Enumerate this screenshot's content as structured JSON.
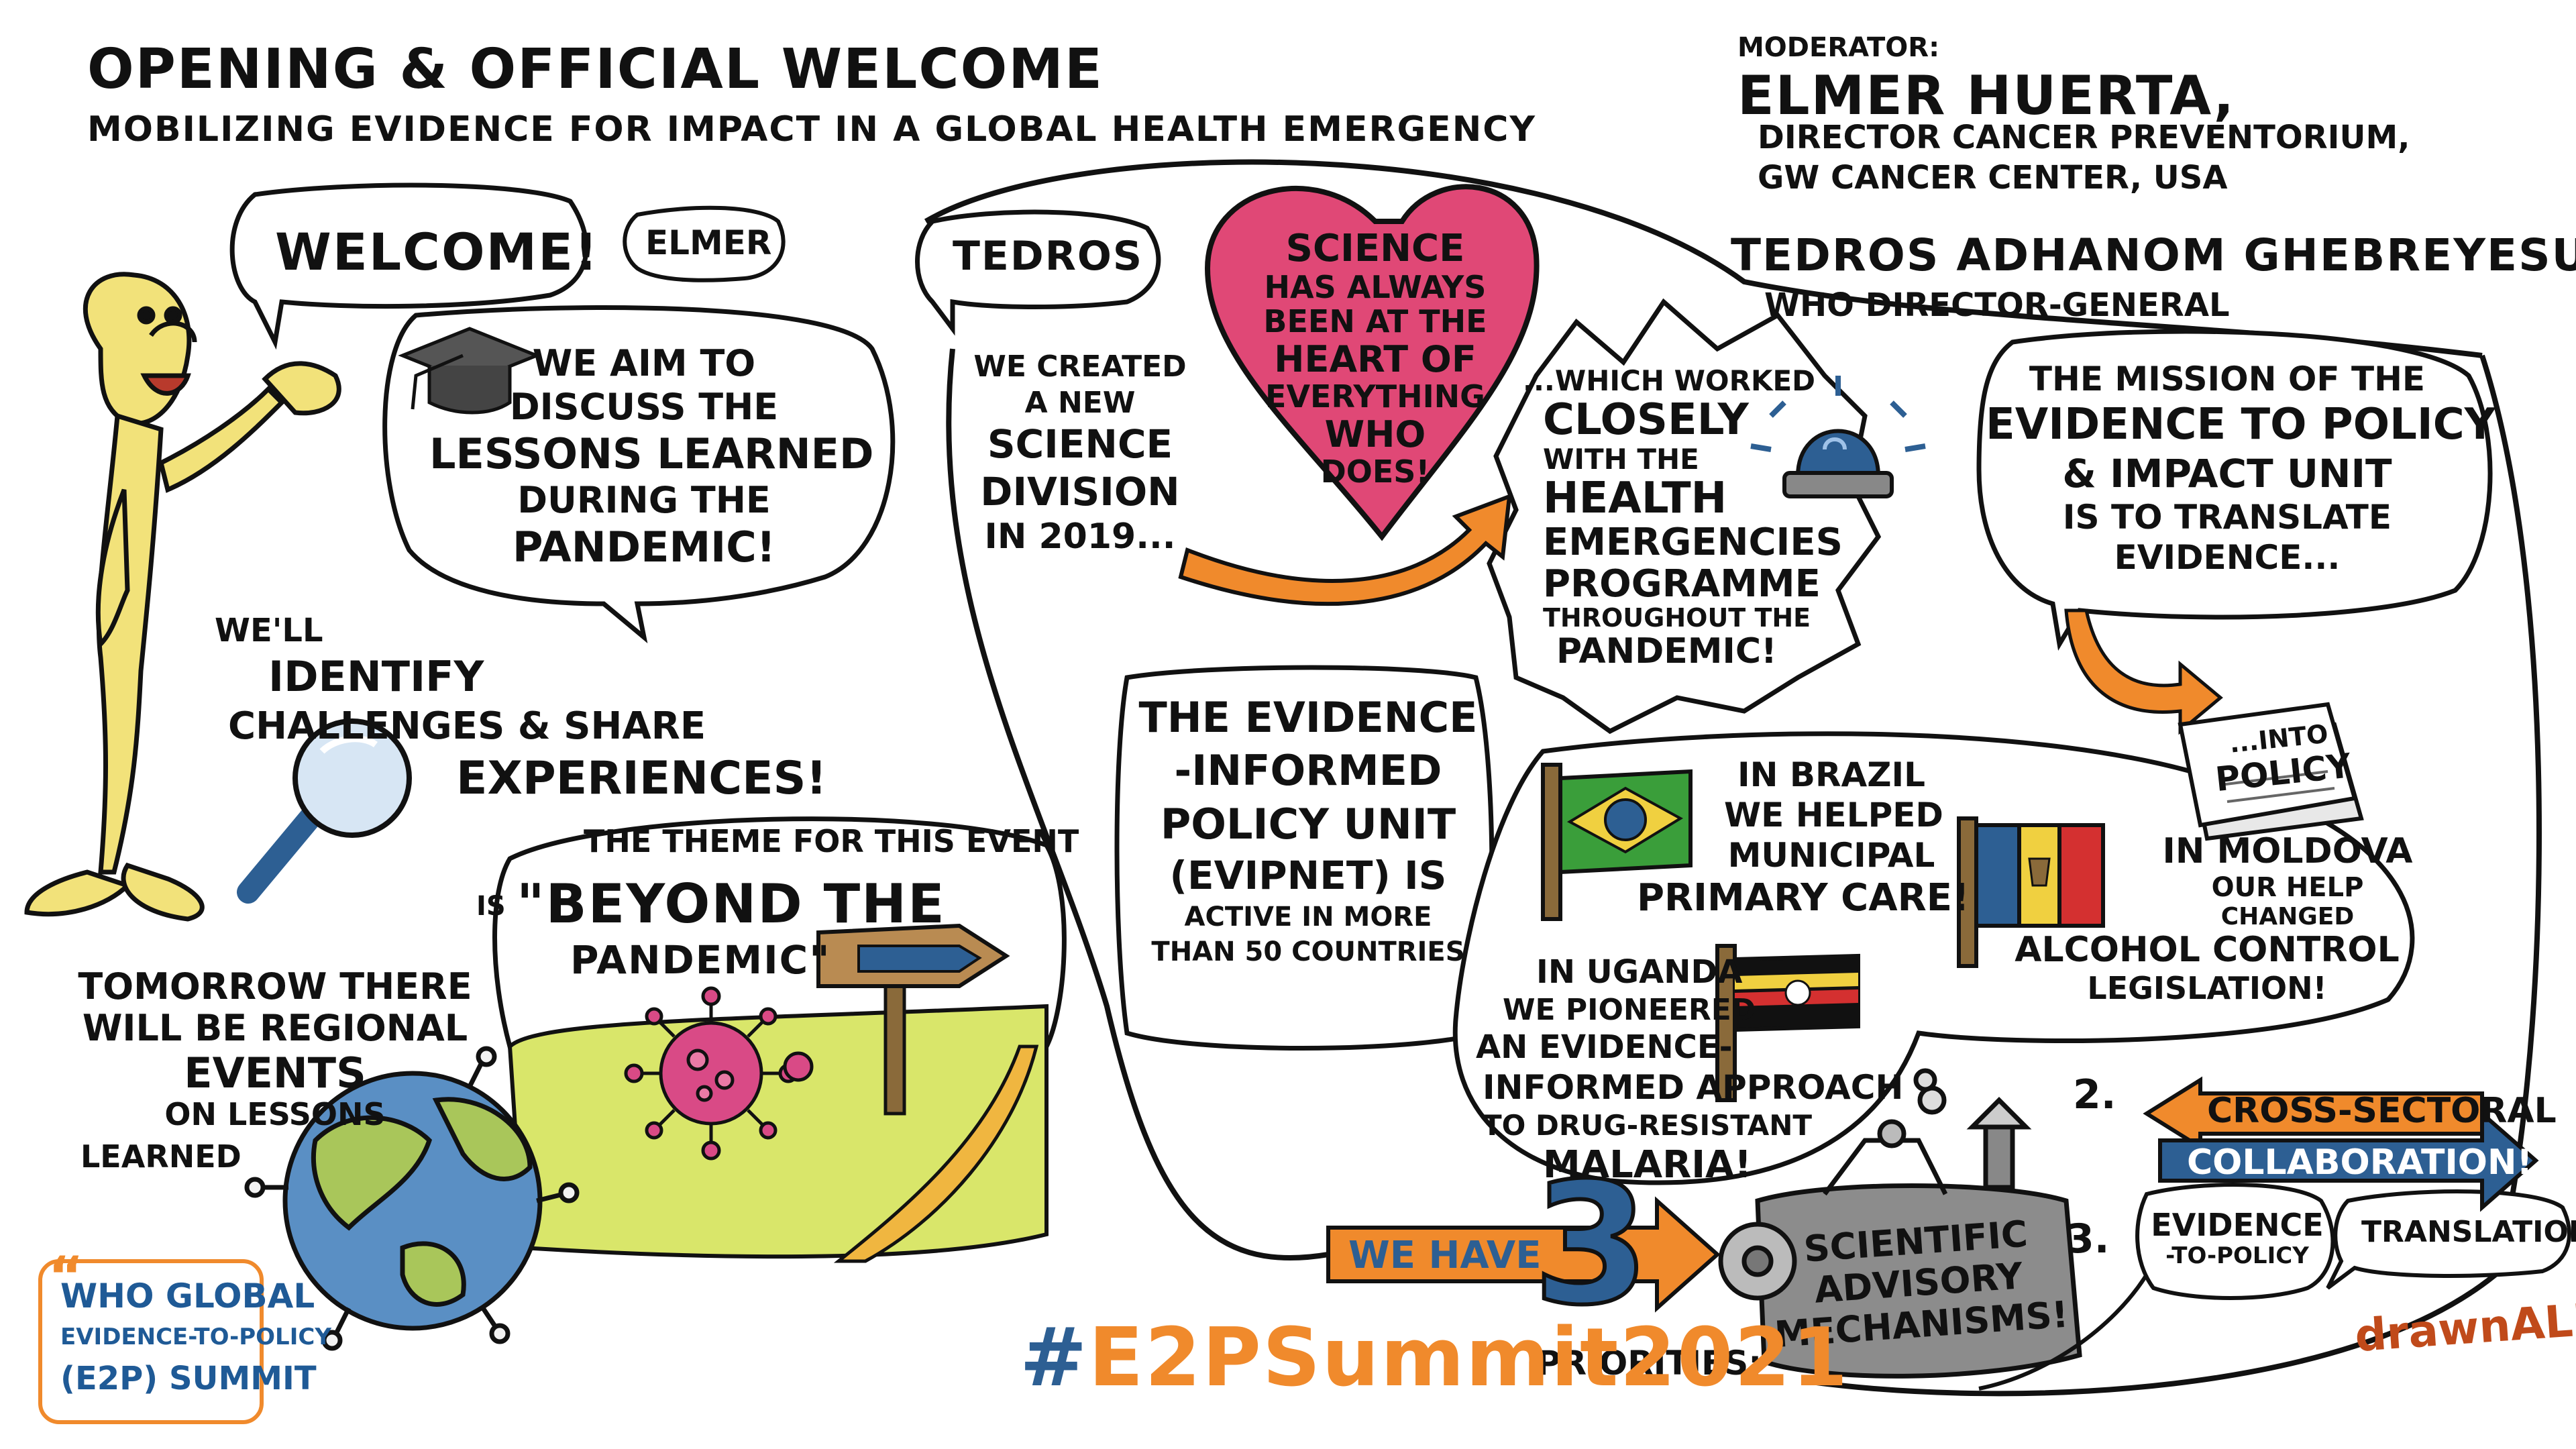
{
  "header": {
    "title": "OPENING & OFFICIAL WELCOME",
    "subtitle": "MOBILIZING EVIDENCE FOR IMPACT IN A GLOBAL HEALTH EMERGENCY"
  },
  "moderator": {
    "label": "MODERATOR:",
    "name": "ELMER HUERTA,",
    "role_line1": "DIRECTOR CANCER PREVENTORIUM,",
    "role_line2": "GW CANCER CENTER, USA"
  },
  "speaker": {
    "name": "TEDROS ADHANOM GHEBREYESUS,",
    "role": "WHO DIRECTOR-GENERAL"
  },
  "bubbles": {
    "welcome": "WELCOME!",
    "elmer_tag": "ELMER",
    "aim": [
      "WE AIM TO",
      "DISCUSS THE",
      "LESSONS LEARNED",
      "DURING THE",
      "PANDEMIC!"
    ],
    "identify": [
      "WE'LL",
      "IDENTIFY",
      "CHALLENGES & SHARE",
      "EXPERIENCES!"
    ],
    "theme": [
      "THE THEME FOR THIS EVENT",
      "IS",
      "\"BEYOND THE",
      "PANDEMIC\""
    ],
    "tomorrow": [
      "TOMORROW THERE",
      "WILL BE REGIONAL",
      "EVENTS",
      "ON LESSONS",
      "LEARNED"
    ],
    "tedros_tag": "TEDROS",
    "science_division": [
      "WE CREATED",
      "A NEW",
      "SCIENCE",
      "DIVISION",
      "IN 2019..."
    ],
    "heart": [
      "SCIENCE",
      "HAS ALWAYS",
      "BEEN AT THE",
      "HEART OF",
      "EVERYTHING",
      "WHO",
      "DOES!"
    ],
    "closely": [
      "...WHICH WORKED",
      "CLOSELY",
      "WITH THE",
      "HEALTH",
      "EMERGENCIES",
      "PROGRAMME",
      "THROUGHOUT THE",
      "PANDEMIC!"
    ],
    "mission": [
      "THE MISSION OF THE",
      "EVIDENCE TO POLICY",
      "& IMPACT UNIT",
      "IS TO TRANSLATE",
      "EVIDENCE..."
    ],
    "into_policy": [
      "...INTO",
      "POLICY"
    ],
    "evipnet": [
      "THE EVIDENCE",
      "-INFORMED",
      "POLICY UNIT",
      "(EVIPNET) IS",
      "ACTIVE IN MORE",
      "THAN 50 COUNTRIES"
    ],
    "brazil": [
      "IN BRAZIL",
      "WE HELPED",
      "MUNICIPAL",
      "PRIMARY CARE!"
    ],
    "moldova": [
      "IN MOLDOVA",
      "OUR HELP",
      "CHANGED",
      "ALCOHOL CONTROL",
      "LEGISLATION!"
    ],
    "uganda": [
      "IN UGANDA",
      "WE PIONEERED",
      "AN EVIDENCE-",
      "INFORMED APPROACH",
      "TO DRUG-RESISTANT",
      "MALARIA!"
    ],
    "we_have": "WE HAVE",
    "three": "3",
    "advisory": [
      "SCIENTIFIC",
      "ADVISORY",
      "MECHANISMS!"
    ],
    "priorities": "PRIORITIES:",
    "num2": "2.",
    "cross_sectoral": "CROSS-SECTORAL",
    "collaboration": "COLLABORATION!",
    "num3": "3.",
    "evidence_to_policy": [
      "EVIDENCE",
      "-TO-POLICY"
    ],
    "translation": "TRANSLATION!"
  },
  "footer": {
    "logo_quote": "“",
    "logo_line1": "WHO GLOBAL",
    "logo_line2": "EVIDENCE-TO-POLICY",
    "logo_line3": "(E2P) SUMMIT",
    "hashtag_symbol": "#",
    "hashtag_text": "E2PSummit2021",
    "signature": "drawnALISM"
  },
  "colors": {
    "skin": "#f2e27a",
    "heart": "#e04876",
    "orange": "#f08a2c",
    "blue": "#2d5f93",
    "grass": "#d9e66a",
    "path": "#f0b640",
    "globe_sea": "#5a8fc4",
    "globe_land": "#a9c65a",
    "virus": "#d94a86",
    "gray": "#8c8c8c",
    "logo_blue": "#1f5a96",
    "logo_orange": "#f08a2c"
  }
}
